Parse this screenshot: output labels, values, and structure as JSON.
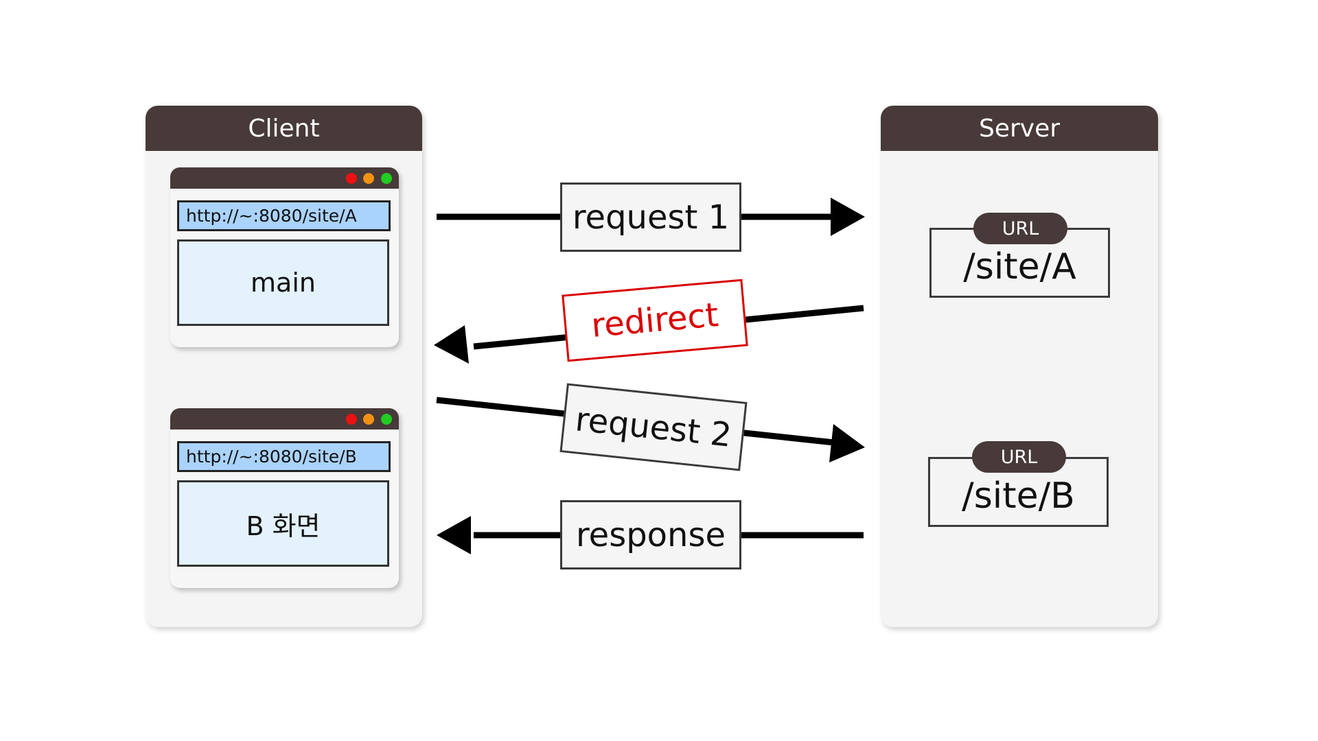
{
  "client": {
    "title": "Client",
    "windows": [
      {
        "url": "http://~:8080/site/A",
        "content": "main"
      },
      {
        "url": "http://~:8080/site/B",
        "content": "B 화면"
      }
    ]
  },
  "server": {
    "title": "Server",
    "routes": [
      {
        "badge": "URL",
        "path": "/site/A"
      },
      {
        "badge": "URL",
        "path": "/site/B"
      }
    ]
  },
  "messages": {
    "request1": "request 1",
    "redirect": "redirect",
    "request2": "request 2",
    "response": "response"
  },
  "colors": {
    "header": "#473a39",
    "redirect": "#d90000",
    "url_bar": "#aad3fb",
    "content": "#e3f2fd",
    "dots": [
      "#ee1111",
      "#f29111",
      "#22cc22"
    ]
  }
}
